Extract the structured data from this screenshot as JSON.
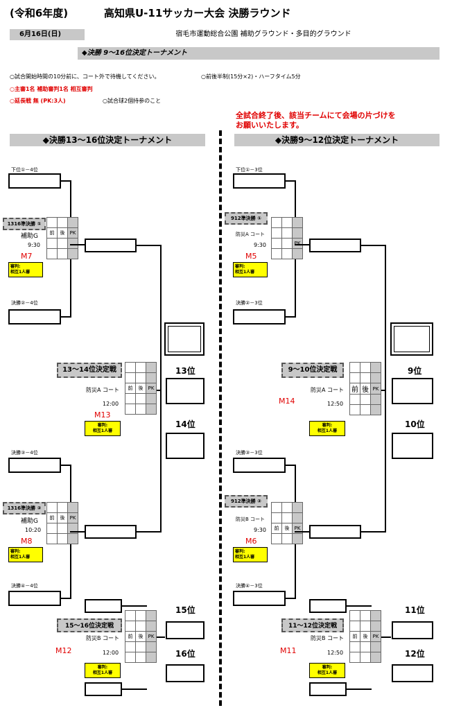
{
  "header": {
    "title_prefix": "(令和6年度)",
    "title_main": "高知県U-11サッカー大会  決勝ラウンド",
    "date": "6月16日(日)",
    "venue": "宿毛市運動総合公園  補助グラウンド・多目的グラウンド",
    "subtitle": "◆決勝  9～16位決定トーナメント"
  },
  "notes": {
    "line1": "○試合開始時間の10分前に、コート外で待機してください。",
    "line1b": "○前後半制(15分×2)・ハーフタイム5分",
    "line2": "○主審1名 補助審判1名  相互審判",
    "line3a": "○延長戦  無  (PK:3人)",
    "line3b": "○試合球2個持参のこと",
    "cleanup1": "全試合終了後、該当チームにて会場の片づけを",
    "cleanup2": "お願いいたします。"
  },
  "grid_labels": {
    "first": "前",
    "second": "後",
    "pk": "PK"
  },
  "left": {
    "header": "◆決勝13～16位決定トーナメント",
    "slots": [
      "下位①－4位",
      "決勝②－4位",
      "決勝③－4位",
      "決勝④－4位"
    ],
    "semi1": {
      "label": "1316準決勝 ①",
      "court": "補助G",
      "time": "9:30",
      "code": "M7",
      "ref": "審判:",
      "ref2": "相互1人審"
    },
    "semi2": {
      "label": "1316準決勝 ②",
      "court": "補助G",
      "time": "10:20",
      "code": "M8",
      "ref": "審判:",
      "ref2": "相互1人審"
    },
    "final": {
      "label": "13～14位決定戦",
      "court": "防災A  コート",
      "time": "12:00",
      "code": "M13",
      "ref": "審判:",
      "ref2": "相互1人審"
    },
    "third": {
      "label": "15～16位決定戦",
      "court": "防災B  コート",
      "time": "12:00",
      "code": "M12",
      "ref": "審判:",
      "ref2": "相互1人審"
    },
    "ranks": [
      "13位",
      "14位",
      "15位",
      "16位"
    ]
  },
  "right": {
    "header": "◆決勝9～12位決定トーナメント",
    "slots": [
      "下位①－3位",
      "決勝②－3位",
      "決勝③－3位",
      "決勝④－3位"
    ],
    "semi1": {
      "label": "912準決勝 ①",
      "court": "防災A  コート",
      "time": "9:30",
      "code": "M5",
      "ref": "審判:",
      "ref2": "相互1人審"
    },
    "semi2": {
      "label": "912準決勝 ②",
      "court": "防災B  コート",
      "time": "9:30",
      "code": "M6",
      "ref": "審判:",
      "ref2": "相互1人審"
    },
    "final": {
      "label": "9～10位決定戦",
      "court": "防災A  コート",
      "time": "12:50",
      "code": "M14",
      "ref": "審判:",
      "ref2": "相互1人審"
    },
    "third": {
      "label": "11～12位決定戦",
      "court": "防災B  コート",
      "time": "12:50",
      "code": "M11",
      "ref": "審判:",
      "ref2": "相互1人審"
    },
    "ranks": [
      "9位",
      "10位",
      "11位",
      "12位"
    ]
  }
}
